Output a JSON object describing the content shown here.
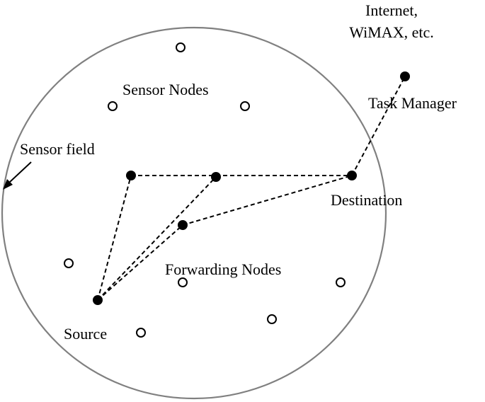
{
  "labels": {
    "internet_line1": "Internet,",
    "internet_line2": "WiMAX, etc.",
    "task_manager": "Task Manager",
    "sensor_nodes": "Sensor Nodes",
    "sensor_field": "Sensor field",
    "destination": "Destination",
    "forwarding_nodes": "Forwarding Nodes",
    "source": "Source"
  },
  "colors": {
    "field_stroke": "#808080",
    "node": "#000000",
    "background": "#ffffff"
  }
}
